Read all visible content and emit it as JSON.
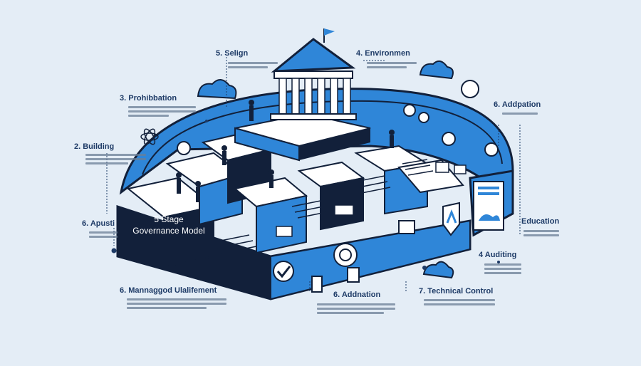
{
  "title_line1": "5 Stage",
  "title_line2": "Governance Model",
  "labels": {
    "selign": "5. Selign",
    "environmen": "4. Environmen",
    "prohibbation": "3. Prohibbation",
    "addpation": "6. Addpation",
    "building": "2. Building",
    "apusti": "6. Apusti",
    "education": "Education",
    "auditing": "4 Auditing",
    "managed": "6. Mannaggod Ulalifement",
    "addnation": "6. Addnation",
    "technical": "7. Technical Control"
  },
  "colors": {
    "background": "#e4edf6",
    "primary": "#2f86d8",
    "dark": "#12203a",
    "accent": "#1d3a66"
  },
  "icons": [
    "temple-icon",
    "flag-icon",
    "cloud-icon",
    "gear-icon",
    "atom-icon",
    "check-icon",
    "shield-icon",
    "power-icon",
    "book-icon",
    "desk-icon",
    "person-icon"
  ]
}
